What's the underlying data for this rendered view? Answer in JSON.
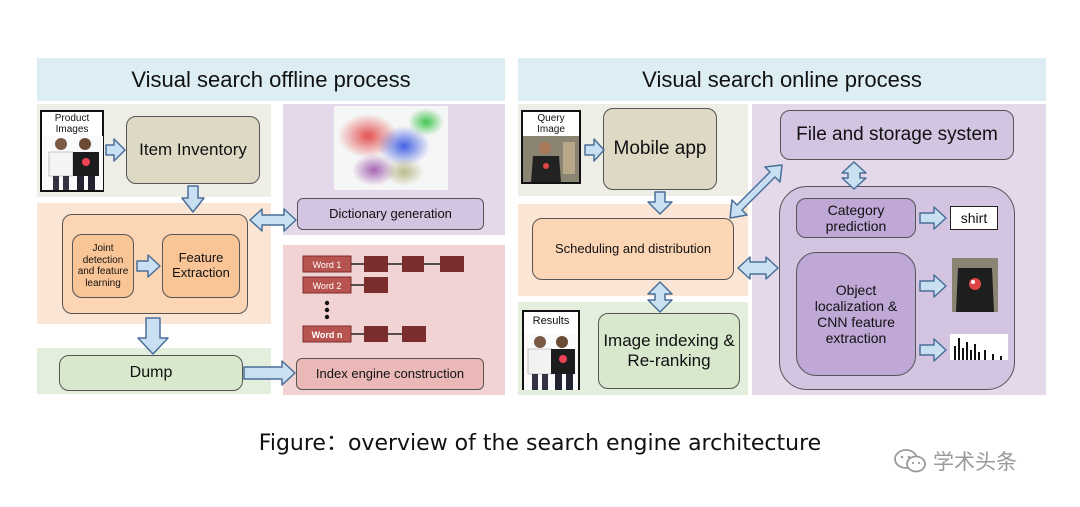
{
  "offline": {
    "title": "Visual search offline process",
    "product_images_label": "Product Images",
    "item_inventory": "Item Inventory",
    "joint_detection": "Joint detection and feature learning",
    "feature_extraction": "Feature Extraction",
    "dictionary_generation": "Dictionary generation",
    "word1": "Word 1",
    "word2": "Word 2",
    "wordn": "Word n",
    "dump": "Dump",
    "index_engine": "Index engine construction"
  },
  "online": {
    "title": "Visual search online process",
    "query_image_label": "Query Image",
    "mobile_app": "Mobile app",
    "file_storage": "File and storage system",
    "scheduling": "Scheduling and distribution",
    "category_prediction": "Category prediction",
    "shirt": "shirt",
    "object_localization": "Object localization & CNN feature extraction",
    "results_label": "Results",
    "image_indexing": "Image indexing & Re-ranking"
  },
  "caption": "Figure：overview of the search engine architecture",
  "watermark": "学术头条",
  "colors": {
    "panel_title_bg": "#dceef3",
    "arrow_fill": "#c9dff2",
    "arrow_stroke": "#4a6f98",
    "word_box": "#b85450",
    "dark_box": "#7b2c2c"
  }
}
